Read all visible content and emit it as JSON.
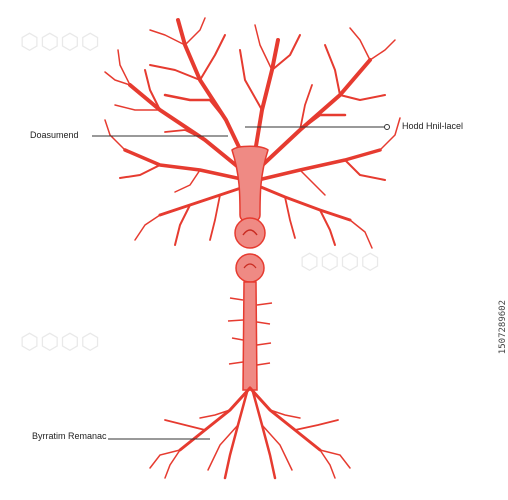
{
  "labels": {
    "top_left": "Doasumend",
    "top_right": "Hodd Hnil-lacel",
    "bottom_left": "Byrratim Remanac"
  },
  "side_id": "1507289602",
  "colors": {
    "neuron_fill": "#ef8a84",
    "neuron_stroke": "#e63b30",
    "leader_line": "#333333"
  }
}
